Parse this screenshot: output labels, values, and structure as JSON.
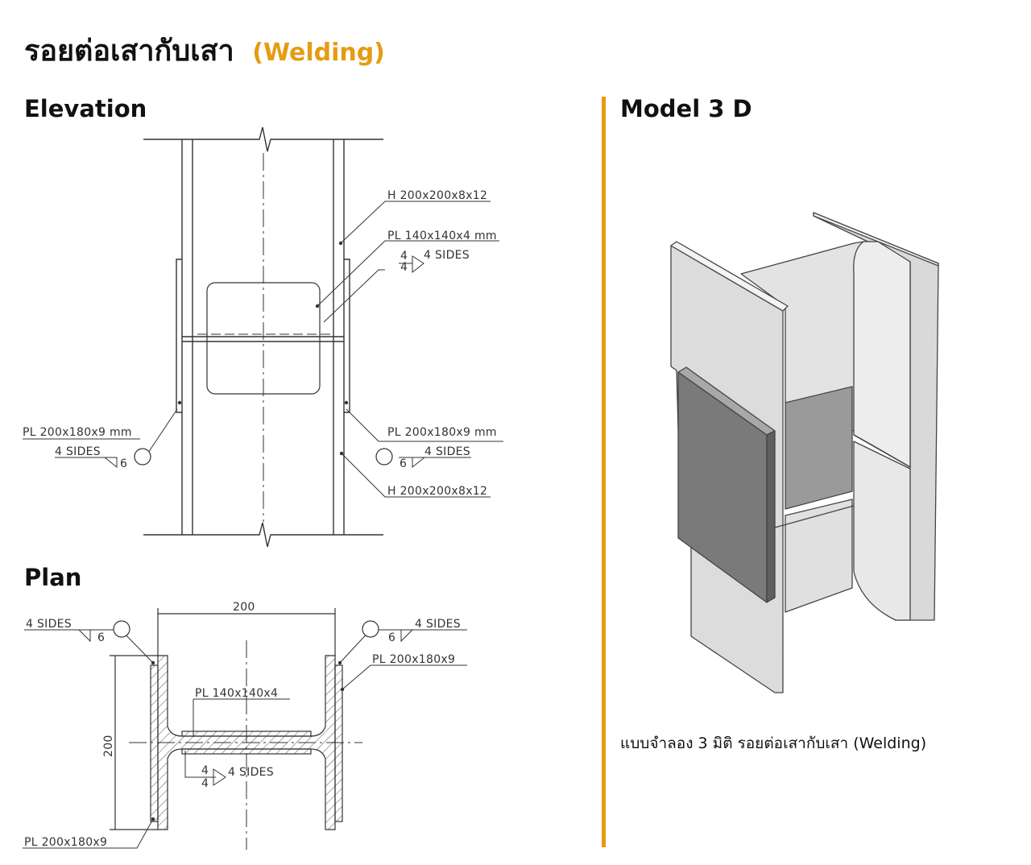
{
  "title": {
    "main": "รอยต่อเสากับเสา",
    "accent": "(Welding)"
  },
  "sections": {
    "elevation": "Elevation",
    "plan": "Plan",
    "model": "Model 3 D"
  },
  "elevation_labels": {
    "h_top": "H 200x200x8x12",
    "pl_center": "PL 140x140x4 mm",
    "weld_center_top": "4",
    "weld_center_bottom": "4",
    "weld_center_sides": "4 SIDES",
    "pl_left": "PL 200x180x9 mm",
    "sides_left": "4 SIDES",
    "size_left": "6",
    "pl_right": "PL 200x180x9 mm",
    "sides_right": "4 SIDES",
    "size_right": "6",
    "h_bottom": "H 200x200x8x12"
  },
  "plan_labels": {
    "dim_width": "200",
    "dim_height": "200",
    "sides_left": "4 SIDES",
    "size_left": "6",
    "sides_right": "4 SIDES",
    "size_right": "6",
    "pl_right": "PL 200x180x9",
    "pl_web": "PL 140x140x4",
    "weld_web_top": "4",
    "weld_web_bottom": "4",
    "weld_web_sides": "4 SIDES",
    "pl_left_bottom": "PL 200x180x9"
  },
  "caption": "แบบจำลอง 3 มิติ รอยต่อเสากับเสา (Welding)",
  "colors": {
    "accent": "#e59c12",
    "line": "#333333",
    "steel_light": "#e6e6e6",
    "steel_mid": "#cfcfcf",
    "plate_dark": "#7a7a7a"
  }
}
